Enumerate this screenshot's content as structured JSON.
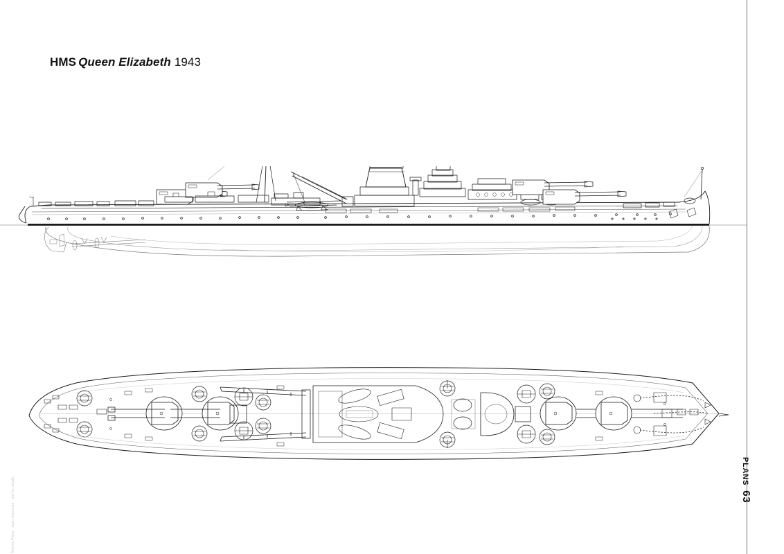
{
  "page": {
    "background_color": "#ffffff",
    "ink_color": "#1a1a1a",
    "margin_rule_color": "#6f6f6f"
  },
  "title": {
    "prefix": "HMS",
    "ship_name": "Queen Elizabeth",
    "year": "1943",
    "full_text": "HMS Queen Elizabeth 1943"
  },
  "footer": {
    "section_label": "PLANS",
    "page_number": "63"
  },
  "watermark": {
    "text": "Marine Plans · scan reference · not for resale"
  },
  "drawings": {
    "profile": {
      "name": "starboard-profile-elevation",
      "caption": "Starboard profile elevation with underwater hull form",
      "waterline_color": "#000000",
      "features": [
        "bow-at-right",
        "stern-at-left",
        "waterline",
        "propeller-shafts",
        "rudder",
        "main-gun-turrets",
        "tripod-foremast",
        "funnel",
        "aircraft-crane",
        "floatplane",
        "secondary-battery",
        "anti-aircraft-guns",
        "radar-aerials",
        "rigging-wires",
        "portholes"
      ]
    },
    "plan": {
      "name": "deck-plan-view",
      "caption": "Overhead deck plan",
      "features": [
        "bow-at-right",
        "stern-at-left",
        "main-gun-turrets",
        "superstructure",
        "ships-boats",
        "crane-booms",
        "anti-aircraft-mountings",
        "directors",
        "capstans",
        "anchor-chains",
        "catapult-track",
        "deck-hatches"
      ]
    }
  }
}
